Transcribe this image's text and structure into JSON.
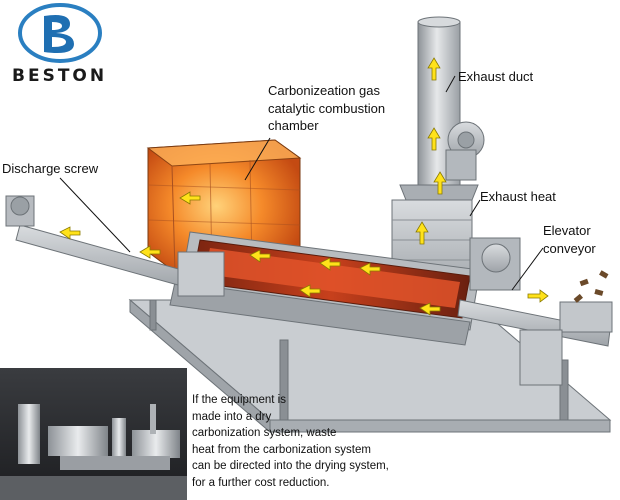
{
  "logo": {
    "brand_text": "BESTON",
    "colors": {
      "ring": "#2a7fc1",
      "emblem": "#1f6fb2"
    }
  },
  "labels": {
    "exhaust_duct": "Exhaust duct",
    "combustion_chamber": [
      "Carbonizeation gas",
      "catalytic combustion",
      "chamber"
    ],
    "discharge_screw": "Discharge screw",
    "exhaust_heat": "Exhaust heat",
    "elevator_conveyor": [
      "Elevator",
      "conveyor"
    ]
  },
  "note_lines": [
    "If the equipment is",
    "made into a dry",
    "carbonization system, waste",
    "heat from the carbonization system",
    "can be directed into the drying system,",
    " for a further cost reduction."
  ],
  "colors": {
    "machine_gray": "#bfc3c7",
    "fire_orange": "#f07a22",
    "flow_arrow_yellow": "#ffe21a",
    "photo_background": "#2a2c30"
  }
}
